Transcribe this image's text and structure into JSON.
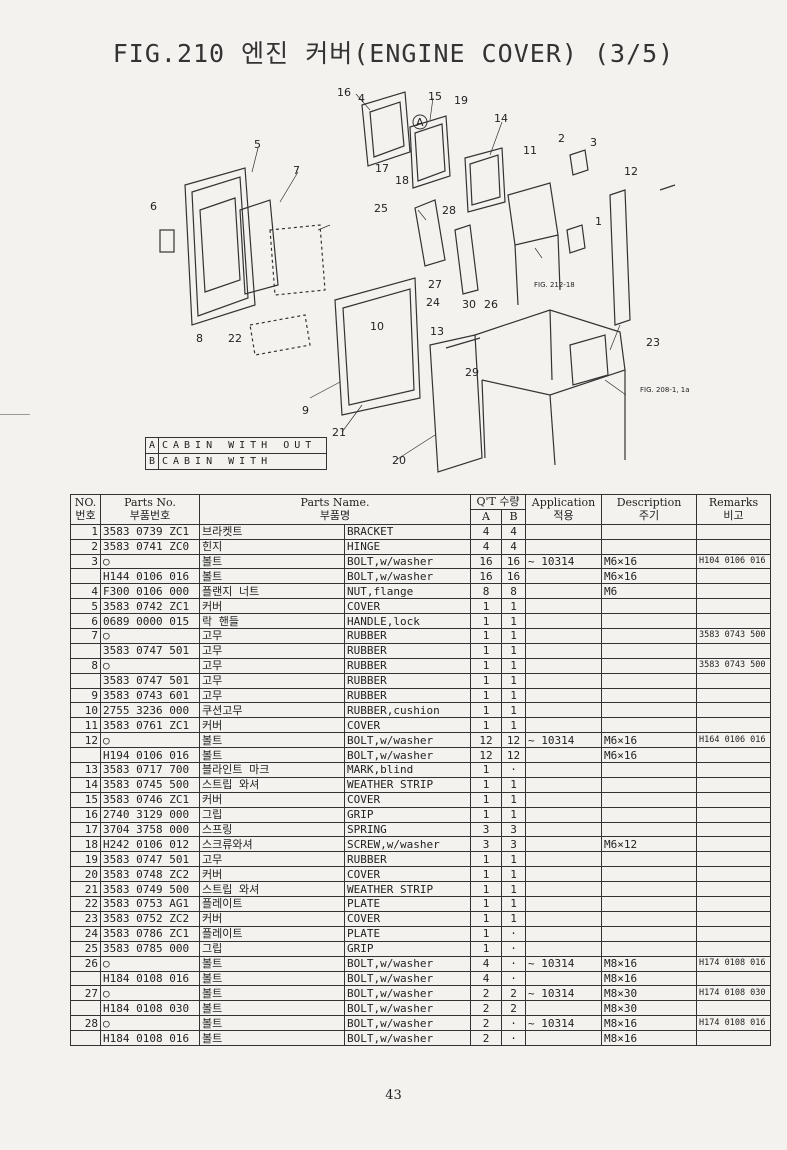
{
  "title": "FIG.210 엔진 커버(ENGINE COVER) (3/5)",
  "diagram": {
    "callouts": [
      "16",
      "4",
      "15",
      "19",
      "5",
      "14",
      "11",
      "2",
      "3",
      "17",
      "18",
      "7",
      "12",
      "6",
      "25",
      "28",
      "1",
      "27",
      "24",
      "26",
      "30",
      "13",
      "10",
      "8",
      "22",
      "23",
      "29",
      "9",
      "21",
      "20"
    ],
    "refs": {
      "a": "A",
      "fig212": "FIG. 212-18",
      "fig208": "FIG. 208-1, 1a"
    }
  },
  "legend": [
    {
      "key": "A",
      "text": "CABIN WITH OUT"
    },
    {
      "key": "B",
      "text": "CABIN WITH"
    }
  ],
  "table": {
    "headers": {
      "no": "NO.",
      "no_kr": "번호",
      "part": "Parts No.",
      "part_kr": "부품번호",
      "name": "Parts Name.",
      "name_kr": "부품명",
      "qty": "Q'T 수량",
      "a": "A",
      "b": "B",
      "app": "Application",
      "app_kr": "적용",
      "desc": "Description",
      "desc_kr": "주기",
      "rem": "Remarks",
      "rem_kr": "비고"
    },
    "rows": [
      {
        "no": "1",
        "part": "3583 0739 ZC1",
        "kr": "브라켓트",
        "en": "BRACKET",
        "a": "4",
        "b": "4",
        "app": "",
        "desc": "",
        "rem": ""
      },
      {
        "no": "2",
        "part": "3583 0741 ZC0",
        "kr": "힌지",
        "en": "HINGE",
        "a": "4",
        "b": "4",
        "app": "",
        "desc": "",
        "rem": ""
      },
      {
        "no": "3",
        "part": "○",
        "kr": "볼트",
        "en": "BOLT,w/washer",
        "a": "16",
        "b": "16",
        "app": "~ 10314",
        "desc": "M6×16",
        "rem": "H104 0106 016"
      },
      {
        "no": "",
        "part": "H144 0106 016",
        "kr": "볼트",
        "en": "BOLT,w/washer",
        "a": "16",
        "b": "16",
        "app": "",
        "desc": "M6×16",
        "rem": ""
      },
      {
        "no": "4",
        "part": "F300 0106 000",
        "kr": "플랜지 너트",
        "en": "NUT,flange",
        "a": "8",
        "b": "8",
        "app": "",
        "desc": "M6",
        "rem": ""
      },
      {
        "no": "5",
        "part": "3583 0742 ZC1",
        "kr": "커버",
        "en": "COVER",
        "a": "1",
        "b": "1",
        "app": "",
        "desc": "",
        "rem": ""
      },
      {
        "no": "6",
        "part": "0689 0000 015",
        "kr": "락 핸들",
        "en": "HANDLE,lock",
        "a": "1",
        "b": "1",
        "app": "",
        "desc": "",
        "rem": ""
      },
      {
        "no": "7",
        "part": "○",
        "kr": "고무",
        "en": "RUBBER",
        "a": "1",
        "b": "1",
        "app": "",
        "desc": "",
        "rem": "3583 0743 500"
      },
      {
        "no": "",
        "part": "3583 0747 501",
        "kr": "고무",
        "en": "RUBBER",
        "a": "1",
        "b": "1",
        "app": "",
        "desc": "",
        "rem": ""
      },
      {
        "no": "8",
        "part": "○",
        "kr": "고무",
        "en": "RUBBER",
        "a": "1",
        "b": "1",
        "app": "",
        "desc": "",
        "rem": "3583 0743 500"
      },
      {
        "no": "",
        "part": "3583 0747 501",
        "kr": "고무",
        "en": "RUBBER",
        "a": "1",
        "b": "1",
        "app": "",
        "desc": "",
        "rem": ""
      },
      {
        "no": "9",
        "part": "3583 0743 601",
        "kr": "고무",
        "en": "RUBBER",
        "a": "1",
        "b": "1",
        "app": "",
        "desc": "",
        "rem": ""
      },
      {
        "no": "10",
        "part": "2755 3236 000",
        "kr": "쿠션고무",
        "en": "RUBBER,cushion",
        "a": "1",
        "b": "1",
        "app": "",
        "desc": "",
        "rem": ""
      },
      {
        "no": "11",
        "part": "3583 0761 ZC1",
        "kr": "커버",
        "en": "COVER",
        "a": "1",
        "b": "1",
        "app": "",
        "desc": "",
        "rem": ""
      },
      {
        "no": "12",
        "part": "○",
        "kr": "볼트",
        "en": "BOLT,w/washer",
        "a": "12",
        "b": "12",
        "app": "~ 10314",
        "desc": "M6×16",
        "rem": "H164 0106 016"
      },
      {
        "no": "",
        "part": "H194 0106 016",
        "kr": "볼트",
        "en": "BOLT,w/washer",
        "a": "12",
        "b": "12",
        "app": "",
        "desc": "M6×16",
        "rem": ""
      },
      {
        "no": "13",
        "part": "3583 0717 700",
        "kr": "블라인트 마크",
        "en": "MARK,blind",
        "a": "1",
        "b": "·",
        "app": "",
        "desc": "",
        "rem": ""
      },
      {
        "no": "14",
        "part": "3583 0745 500",
        "kr": "스트립 와셔",
        "en": "WEATHER STRIP",
        "a": "1",
        "b": "1",
        "app": "",
        "desc": "",
        "rem": ""
      },
      {
        "no": "15",
        "part": "3583 0746 ZC1",
        "kr": "커버",
        "en": "COVER",
        "a": "1",
        "b": "1",
        "app": "",
        "desc": "",
        "rem": ""
      },
      {
        "no": "16",
        "part": "2740 3129 000",
        "kr": "그립",
        "en": "GRIP",
        "a": "1",
        "b": "1",
        "app": "",
        "desc": "",
        "rem": ""
      },
      {
        "no": "17",
        "part": "3704 3758 000",
        "kr": "스프링",
        "en": "SPRING",
        "a": "3",
        "b": "3",
        "app": "",
        "desc": "",
        "rem": ""
      },
      {
        "no": "18",
        "part": "H242 0106 012",
        "kr": "스크류와셔",
        "en": "SCREW,w/washer",
        "a": "3",
        "b": "3",
        "app": "",
        "desc": "M6×12",
        "rem": ""
      },
      {
        "no": "19",
        "part": "3583 0747 501",
        "kr": "고무",
        "en": "RUBBER",
        "a": "1",
        "b": "1",
        "app": "",
        "desc": "",
        "rem": ""
      },
      {
        "no": "20",
        "part": "3583 0748 ZC2",
        "kr": "커버",
        "en": "COVER",
        "a": "1",
        "b": "1",
        "app": "",
        "desc": "",
        "rem": ""
      },
      {
        "no": "21",
        "part": "3583 0749 500",
        "kr": "스트립 와셔",
        "en": "WEATHER STRIP",
        "a": "1",
        "b": "1",
        "app": "",
        "desc": "",
        "rem": ""
      },
      {
        "no": "22",
        "part": "3583 0753 AG1",
        "kr": "플레이트",
        "en": "PLATE",
        "a": "1",
        "b": "1",
        "app": "",
        "desc": "",
        "rem": ""
      },
      {
        "no": "23",
        "part": "3583 0752 ZC2",
        "kr": "커버",
        "en": "COVER",
        "a": "1",
        "b": "1",
        "app": "",
        "desc": "",
        "rem": ""
      },
      {
        "no": "24",
        "part": "3583 0786 ZC1",
        "kr": "플레이트",
        "en": "PLATE",
        "a": "1",
        "b": "·",
        "app": "",
        "desc": "",
        "rem": ""
      },
      {
        "no": "25",
        "part": "3583 0785 000",
        "kr": "그립",
        "en": "GRIP",
        "a": "1",
        "b": "·",
        "app": "",
        "desc": "",
        "rem": ""
      },
      {
        "no": "26",
        "part": "○",
        "kr": "볼트",
        "en": "BOLT,w/washer",
        "a": "4",
        "b": "·",
        "app": "~ 10314",
        "desc": "M8×16",
        "rem": "H174 0108 016"
      },
      {
        "no": "",
        "part": "H184 0108 016",
        "kr": "볼트",
        "en": "BOLT,w/washer",
        "a": "4",
        "b": "·",
        "app": "",
        "desc": "M8×16",
        "rem": ""
      },
      {
        "no": "27",
        "part": "○",
        "kr": "볼트",
        "en": "BOLT,w/washer",
        "a": "2",
        "b": "2",
        "app": "~ 10314",
        "desc": "M8×30",
        "rem": "H174 0108 030"
      },
      {
        "no": "",
        "part": "H184 0108 030",
        "kr": "볼트",
        "en": "BOLT,w/washer",
        "a": "2",
        "b": "2",
        "app": "",
        "desc": "M8×30",
        "rem": ""
      },
      {
        "no": "28",
        "part": "○",
        "kr": "볼트",
        "en": "BOLT,w/washer",
        "a": "2",
        "b": "·",
        "app": "~ 10314",
        "desc": "M8×16",
        "rem": "H174 0108 016"
      },
      {
        "no": "",
        "part": "H184 0108 016",
        "kr": "볼트",
        "en": "BOLT,w/washer",
        "a": "2",
        "b": "·",
        "app": "",
        "desc": "M8×16",
        "rem": ""
      }
    ]
  },
  "page_number": "43"
}
